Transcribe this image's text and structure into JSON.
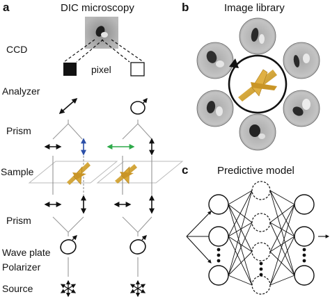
{
  "panel_a": {
    "letter": "a",
    "title": "DIC microscopy",
    "labels": {
      "ccd": "CCD",
      "analyzer": "Analyzer",
      "prism_top": "Prism",
      "sample": "Sample",
      "prism_bottom": "Prism",
      "wave_plate": "Wave plate",
      "polarizer": "Polarizer",
      "source": "Source"
    },
    "pixel_label": "pixel"
  },
  "panel_b": {
    "letter": "b",
    "title": "Image library"
  },
  "panel_c": {
    "letter": "c",
    "title": "Predictive model"
  },
  "colors": {
    "particle": "#d9a835",
    "particle_dark": "#a87a1c",
    "blue_arrow": "#2b4fa8",
    "green_arrow": "#2eaa4a",
    "line_gray": "#888888"
  }
}
